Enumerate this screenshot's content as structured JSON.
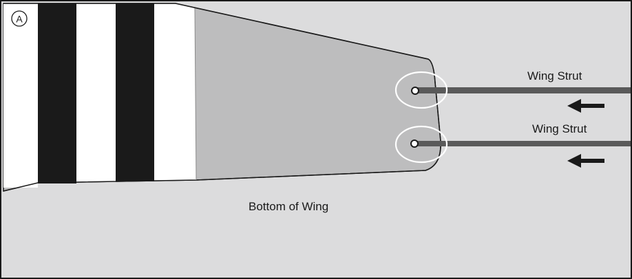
{
  "diagram": {
    "panel_letter": "A",
    "strut_labels": [
      "Wing Strut",
      "Wing Strut"
    ],
    "bottom_label": "Bottom of Wing",
    "colors": {
      "background": "#dcdcdd",
      "wing": "#bdbdbe",
      "stripe_dark": "#1a1a1a",
      "stripe_light": "#ffffff",
      "strut": "#5a5a5a",
      "outline": "#1a1a1a",
      "highlight_circle": "#ffffff"
    }
  }
}
